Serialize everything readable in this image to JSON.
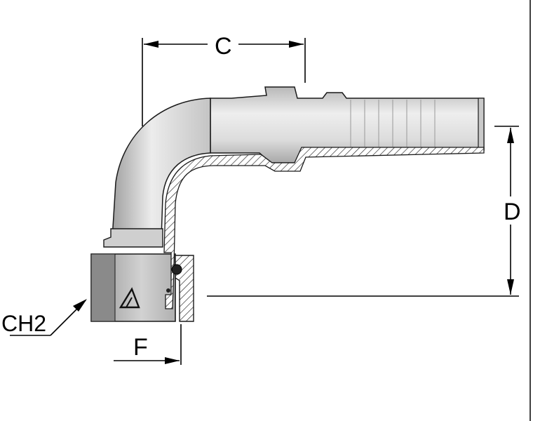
{
  "dimensions": {
    "c_label": "C",
    "d_label": "D",
    "f_label": "F",
    "ch2_label": "CH2"
  },
  "colors": {
    "metal_light": "#e4e4e4",
    "metal_mid": "#c8c8c8",
    "metal_dark": "#8e8e8e",
    "nut_dark": "#7a7a7a",
    "outline": "#1a1a1a"
  },
  "logo": {
    "name": "triangle-brand-logo"
  }
}
